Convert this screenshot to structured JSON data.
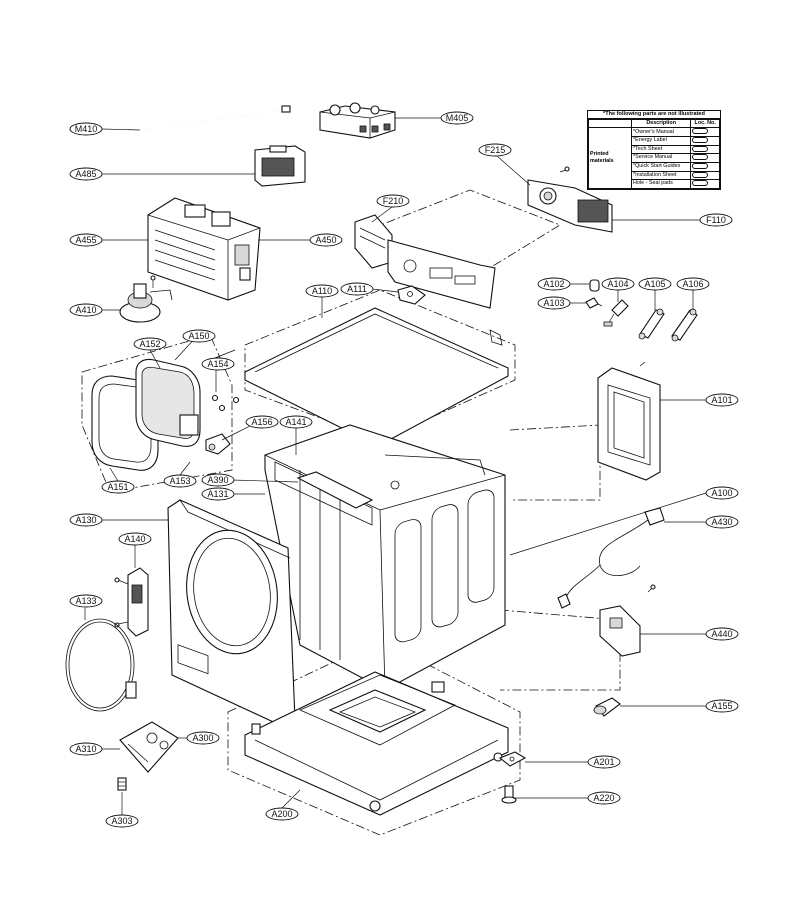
{
  "not_illustrated": {
    "title": "*The following parts are not illustrated",
    "header_description": "Description",
    "header_loc": "Loc. No.",
    "group_label": "Printed materials",
    "items": [
      "*Owner's Manual",
      "*Energy Label",
      "*Tech Sheet",
      "*Service Manual",
      "*Quick Start Guides",
      "*Installation Sheet",
      "Hole - Seal pads"
    ]
  },
  "labels": {
    "M410": "M410",
    "M405": "M405",
    "A485": "A485",
    "A455": "A455",
    "A450": "A450",
    "A410": "A410",
    "F215": "F215",
    "F210": "F210",
    "F110": "F110",
    "A110": "A110",
    "A111": "A111",
    "A102": "A102",
    "A103": "A103",
    "A104": "A104",
    "A105": "A105",
    "A106": "A106",
    "A150": "A150",
    "A152": "A152",
    "A154": "A154",
    "A156": "A156",
    "A141": "A141",
    "A151": "A151",
    "A153": "A153",
    "A390": "A390",
    "A131": "A131",
    "A101": "A101",
    "A100": "A100",
    "A430": "A430",
    "A130": "A130",
    "A140": "A140",
    "A133": "A133",
    "A440": "A440",
    "A155": "A155",
    "A310": "A310",
    "A300": "A300",
    "A201": "A201",
    "A220": "A220",
    "A303": "A303",
    "A200": "A200"
  }
}
